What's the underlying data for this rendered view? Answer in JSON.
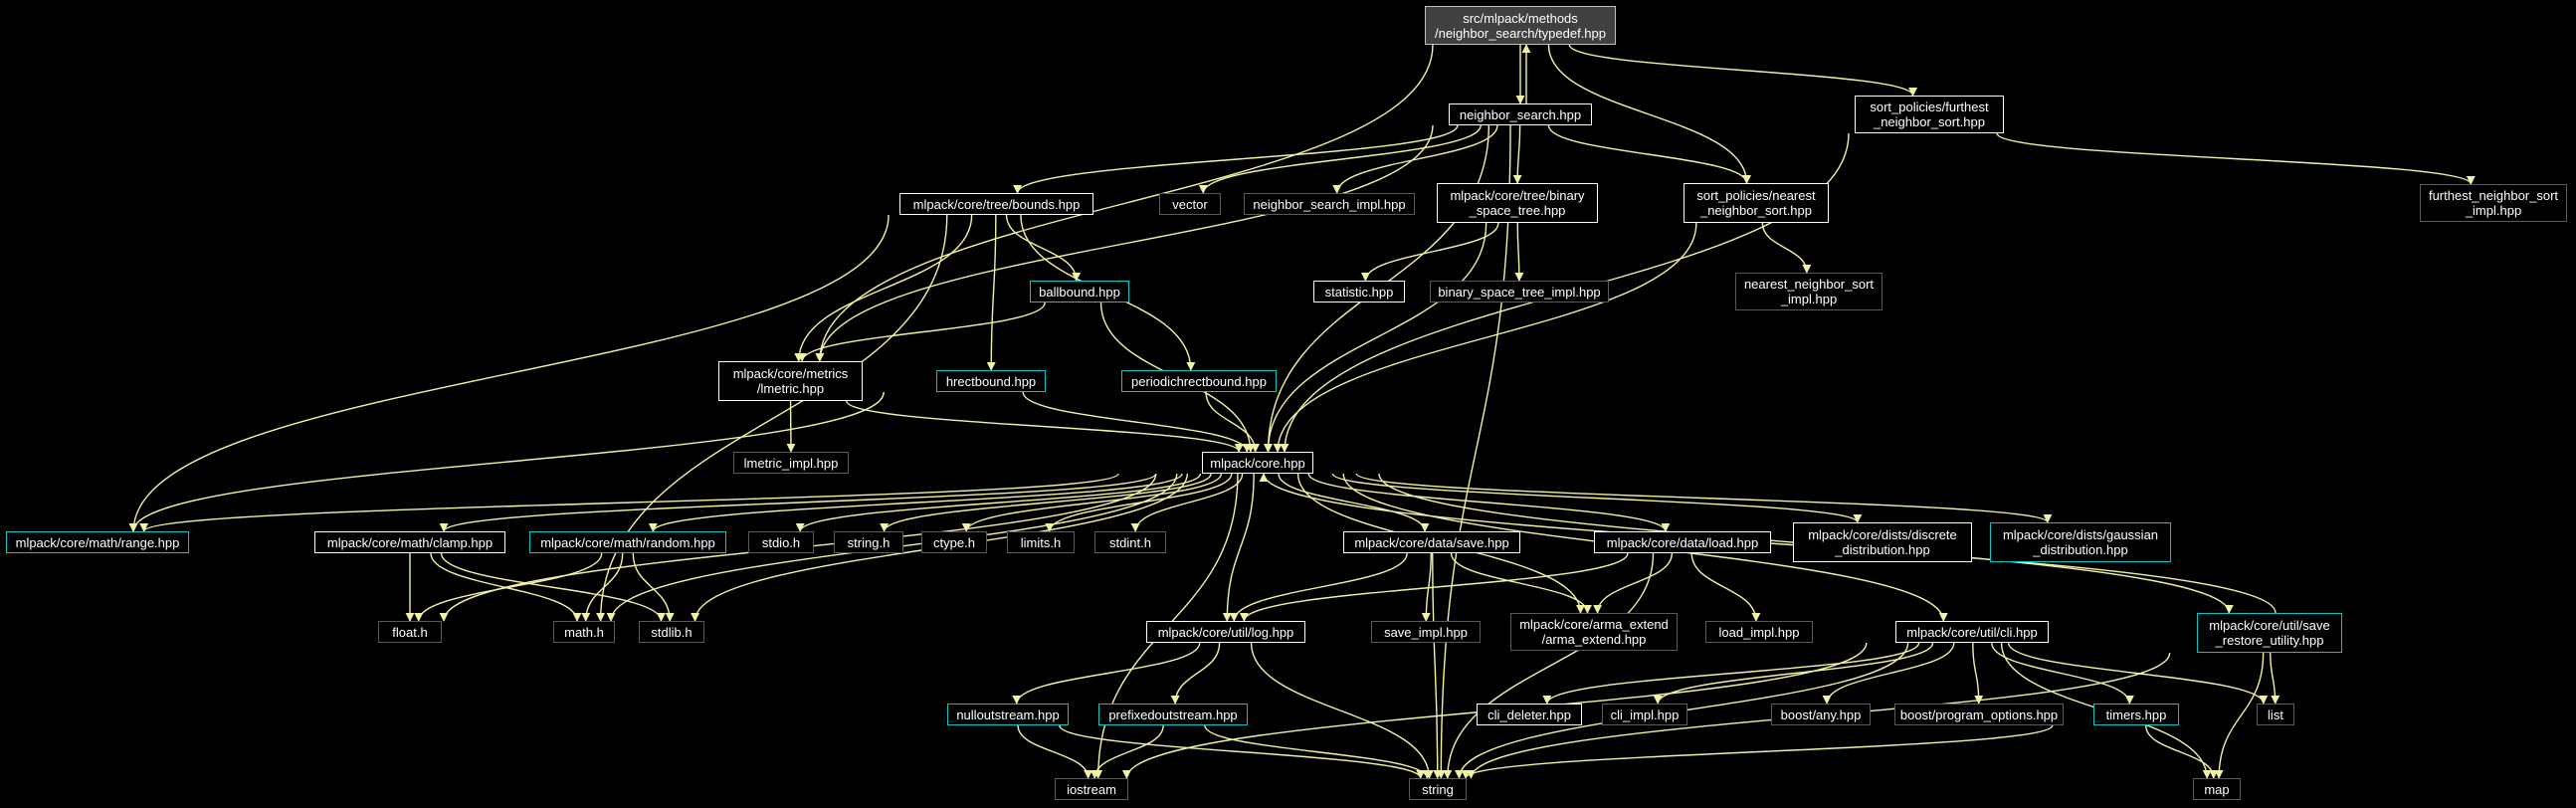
{
  "colors": {
    "background": "#000000",
    "edge": "#f2f2a6",
    "root_fill": "#404040",
    "documented_border": "#ffffff",
    "linked_border": "#00c8c8",
    "undocumented_border": "#5a5a5a",
    "text": "#ffffff"
  },
  "nodes": {
    "root": {
      "label": "src/mlpack/methods\n/neighbor_search/typedef.hpp",
      "kind": "root"
    },
    "neighbor_search": {
      "label": "neighbor_search.hpp",
      "kind": "doc"
    },
    "furthest_sort": {
      "label": "sort_policies/furthest\n_neighbor_sort.hpp",
      "kind": "doc"
    },
    "furthest_sort_impl": {
      "label": "furthest_neighbor_sort\n_impl.hpp",
      "kind": "plain"
    },
    "bounds": {
      "label": "mlpack/core/tree/bounds.hpp",
      "kind": "doc"
    },
    "vector": {
      "label": "vector",
      "kind": "plain"
    },
    "ns_impl": {
      "label": "neighbor_search_impl.hpp",
      "kind": "plain"
    },
    "bst": {
      "label": "mlpack/core/tree/binary\n_space_tree.hpp",
      "kind": "doc"
    },
    "nearest_sort": {
      "label": "sort_policies/nearest\n_neighbor_sort.hpp",
      "kind": "doc"
    },
    "ballbound": {
      "label": "ballbound.hpp",
      "kind": "cyan"
    },
    "statistic": {
      "label": "statistic.hpp",
      "kind": "doc"
    },
    "bst_impl": {
      "label": "binary_space_tree_impl.hpp",
      "kind": "plain"
    },
    "nearest_sort_impl": {
      "label": "nearest_neighbor_sort\n_impl.hpp",
      "kind": "plain"
    },
    "lmetric": {
      "label": "mlpack/core/metrics\n/lmetric.hpp",
      "kind": "doc"
    },
    "hrectbound": {
      "label": "hrectbound.hpp",
      "kind": "cyan"
    },
    "periodic": {
      "label": "periodichrectbound.hpp",
      "kind": "cyan"
    },
    "lmetric_impl": {
      "label": "lmetric_impl.hpp",
      "kind": "plain"
    },
    "core": {
      "label": "mlpack/core.hpp",
      "kind": "doc"
    },
    "range": {
      "label": "mlpack/core/math/range.hpp",
      "kind": "cyan"
    },
    "clamp": {
      "label": "mlpack/core/math/clamp.hpp",
      "kind": "doc"
    },
    "random": {
      "label": "mlpack/core/math/random.hpp",
      "kind": "cyan"
    },
    "stdio": {
      "label": "stdio.h",
      "kind": "plain"
    },
    "string_h": {
      "label": "string.h",
      "kind": "plain"
    },
    "ctype": {
      "label": "ctype.h",
      "kind": "plain"
    },
    "limits": {
      "label": "limits.h",
      "kind": "plain"
    },
    "stdint": {
      "label": "stdint.h",
      "kind": "plain"
    },
    "save": {
      "label": "mlpack/core/data/save.hpp",
      "kind": "doc"
    },
    "load": {
      "label": "mlpack/core/data/load.hpp",
      "kind": "doc"
    },
    "discrete": {
      "label": "mlpack/core/dists/discrete\n_distribution.hpp",
      "kind": "doc"
    },
    "gaussian": {
      "label": "mlpack/core/dists/gaussian\n_distribution.hpp",
      "kind": "cyan"
    },
    "float_h": {
      "label": "float.h",
      "kind": "plain"
    },
    "math_h": {
      "label": "math.h",
      "kind": "plain"
    },
    "stdlib": {
      "label": "stdlib.h",
      "kind": "plain"
    },
    "log": {
      "label": "mlpack/core/util/log.hpp",
      "kind": "doc"
    },
    "save_impl": {
      "label": "save_impl.hpp",
      "kind": "plain"
    },
    "arma_extend": {
      "label": "mlpack/core/arma_extend\n/arma_extend.hpp",
      "kind": "plain"
    },
    "load_impl": {
      "label": "load_impl.hpp",
      "kind": "plain"
    },
    "cli": {
      "label": "mlpack/core/util/cli.hpp",
      "kind": "doc"
    },
    "save_restore": {
      "label": "mlpack/core/util/save\n_restore_utility.hpp",
      "kind": "cyan"
    },
    "nullout": {
      "label": "nulloutstream.hpp",
      "kind": "cyan"
    },
    "prefixed": {
      "label": "prefixedoutstream.hpp",
      "kind": "cyan"
    },
    "cli_deleter": {
      "label": "cli_deleter.hpp",
      "kind": "doc"
    },
    "cli_impl": {
      "label": "cli_impl.hpp",
      "kind": "plain"
    },
    "boost_any": {
      "label": "boost/any.hpp",
      "kind": "plain"
    },
    "boost_po": {
      "label": "boost/program_options.hpp",
      "kind": "plain"
    },
    "timers": {
      "label": "timers.hpp",
      "kind": "cyan"
    },
    "list": {
      "label": "list",
      "kind": "plain"
    },
    "iostream": {
      "label": "iostream",
      "kind": "plain"
    },
    "string": {
      "label": "string",
      "kind": "plain"
    },
    "map": {
      "label": "map",
      "kind": "plain"
    }
  },
  "edges": [
    [
      "root",
      "neighbor_search"
    ],
    [
      "neighbor_search",
      "root"
    ],
    [
      "root",
      "furthest_sort"
    ],
    [
      "root",
      "nearest_sort"
    ],
    [
      "root",
      "lmetric"
    ],
    [
      "furthest_sort",
      "furthest_sort_impl"
    ],
    [
      "furthest_sort",
      "core"
    ],
    [
      "neighbor_search",
      "bounds"
    ],
    [
      "neighbor_search",
      "vector"
    ],
    [
      "neighbor_search",
      "ns_impl"
    ],
    [
      "neighbor_search",
      "bst"
    ],
    [
      "neighbor_search",
      "nearest_sort"
    ],
    [
      "neighbor_search",
      "lmetric"
    ],
    [
      "neighbor_search",
      "core"
    ],
    [
      "neighbor_search",
      "string"
    ],
    [
      "bounds",
      "ballbound"
    ],
    [
      "bounds",
      "hrectbound"
    ],
    [
      "bounds",
      "periodic"
    ],
    [
      "bounds",
      "lmetric"
    ],
    [
      "bounds",
      "range"
    ],
    [
      "bounds",
      "math_h"
    ],
    [
      "bst",
      "statistic"
    ],
    [
      "bst",
      "bst_impl"
    ],
    [
      "bst",
      "core"
    ],
    [
      "nearest_sort",
      "nearest_sort_impl"
    ],
    [
      "nearest_sort",
      "core"
    ],
    [
      "ballbound",
      "lmetric"
    ],
    [
      "ballbound",
      "core"
    ],
    [
      "hrectbound",
      "core"
    ],
    [
      "hrectbound",
      "range"
    ],
    [
      "periodic",
      "core"
    ],
    [
      "lmetric",
      "lmetric_impl"
    ],
    [
      "lmetric",
      "core"
    ],
    [
      "core",
      "range"
    ],
    [
      "core",
      "clamp"
    ],
    [
      "core",
      "random"
    ],
    [
      "core",
      "stdio"
    ],
    [
      "core",
      "string_h"
    ],
    [
      "core",
      "ctype"
    ],
    [
      "core",
      "limits"
    ],
    [
      "core",
      "stdint"
    ],
    [
      "core",
      "save"
    ],
    [
      "core",
      "load"
    ],
    [
      "core",
      "discrete"
    ],
    [
      "core",
      "gaussian"
    ],
    [
      "core",
      "float_h"
    ],
    [
      "core",
      "math_h"
    ],
    [
      "core",
      "stdlib"
    ],
    [
      "core",
      "log"
    ],
    [
      "core",
      "arma_extend"
    ],
    [
      "core",
      "cli"
    ],
    [
      "core",
      "save_restore"
    ],
    [
      "core",
      "iostream"
    ],
    [
      "clamp",
      "float_h"
    ],
    [
      "clamp",
      "math_h"
    ],
    [
      "clamp",
      "stdlib"
    ],
    [
      "random",
      "math_h"
    ],
    [
      "random",
      "stdlib"
    ],
    [
      "random",
      "float_h"
    ],
    [
      "save",
      "log"
    ],
    [
      "save",
      "save_impl"
    ],
    [
      "save",
      "arma_extend"
    ],
    [
      "save",
      "string"
    ],
    [
      "load",
      "log"
    ],
    [
      "load",
      "arma_extend"
    ],
    [
      "load",
      "load_impl"
    ],
    [
      "load",
      "string"
    ],
    [
      "log",
      "nullout"
    ],
    [
      "log",
      "prefixed"
    ],
    [
      "log",
      "string"
    ],
    [
      "nullout",
      "iostream"
    ],
    [
      "nullout",
      "string"
    ],
    [
      "prefixed",
      "iostream"
    ],
    [
      "prefixed",
      "string"
    ],
    [
      "cli",
      "cli_deleter"
    ],
    [
      "cli",
      "cli_impl"
    ],
    [
      "cli",
      "boost_any"
    ],
    [
      "cli",
      "boost_po"
    ],
    [
      "cli",
      "timers"
    ],
    [
      "cli",
      "list"
    ],
    [
      "cli",
      "iostream"
    ],
    [
      "cli",
      "string"
    ],
    [
      "cli",
      "map"
    ],
    [
      "timers",
      "map"
    ],
    [
      "timers",
      "string"
    ],
    [
      "save_restore",
      "list"
    ],
    [
      "save_restore",
      "map"
    ],
    [
      "save_restore",
      "string"
    ],
    [
      "save_restore",
      "core"
    ]
  ]
}
